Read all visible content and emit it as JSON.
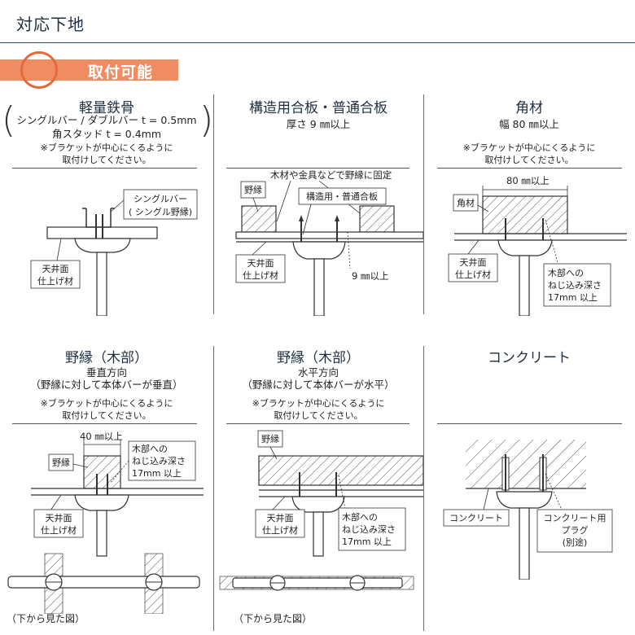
{
  "header": {
    "title": "対応下地"
  },
  "banner": {
    "label": "取付可能"
  },
  "sections": [
    {
      "title": "軽量鉄骨",
      "lines": [
        "シングルバー / ダブルバー t = 0.5mm",
        "角スタッド t = 0.4mm"
      ],
      "note": [
        "※ブラケットが中心にくるように",
        "取付けしてください。"
      ],
      "callouts": {
        "bar": "シングルバー",
        "bar2": "( シングル野縁)",
        "ceiling1": "天井面",
        "ceiling2": "仕上げ材"
      }
    },
    {
      "title": "構造用合板・普通合板",
      "lines": [
        "厚さ 9 ㎜以上"
      ],
      "callouts": {
        "fix": "木材や金具などで野縁に固定",
        "nobuchi": "野縁",
        "plywood": "構造用・普通合板",
        "ceiling1": "天井面",
        "ceiling2": "仕上げ材",
        "depth": "9 ㎜以上"
      }
    },
    {
      "title": "角材",
      "lines": [
        "幅 80 ㎜以上"
      ],
      "note": [
        "※ブラケットが中心にくるように",
        "取付けしてください。"
      ],
      "callouts": {
        "width": "80 ㎜以上",
        "kakuzai": "角材",
        "ceiling1": "天井面",
        "ceiling2": "仕上げ材",
        "screw1": "木部への",
        "screw2": "ねじ込み深さ",
        "screw3": "17mm 以上"
      }
    },
    {
      "title": "野縁（木部）",
      "lines": [
        "垂直方向",
        "（野縁に対して本体バーが垂直）"
      ],
      "note": [
        "※ブラケットが中心にくるように",
        "取付けしてください。"
      ],
      "callouts": {
        "width": "40 ㎜以上",
        "nobuchi": "野縁",
        "screw1": "木部への",
        "screw2": "ねじ込み深さ",
        "screw3": "17mm 以上",
        "ceiling1": "天井面",
        "ceiling2": "仕上げ材"
      },
      "bottom_caption": "（下から見た図）"
    },
    {
      "title": "野縁（木部）",
      "lines": [
        "水平方向",
        "（野縁に対して本体バーが水平）"
      ],
      "note": [
        "※ブラケットが中心にくるように",
        "取付けしてください。"
      ],
      "callouts": {
        "nobuchi": "野縁",
        "ceiling1": "天井面",
        "ceiling2": "仕上げ材",
        "screw1": "木部への",
        "screw2": "ねじ込み深さ",
        "screw3": "17mm 以上"
      },
      "bottom_caption": "（下から見た図）"
    },
    {
      "title": "コンクリート",
      "callouts": {
        "concrete": "コンクリート",
        "plug1": "コンクリート用",
        "plug2": "プラグ",
        "plug3": "(別途)"
      }
    }
  ]
}
